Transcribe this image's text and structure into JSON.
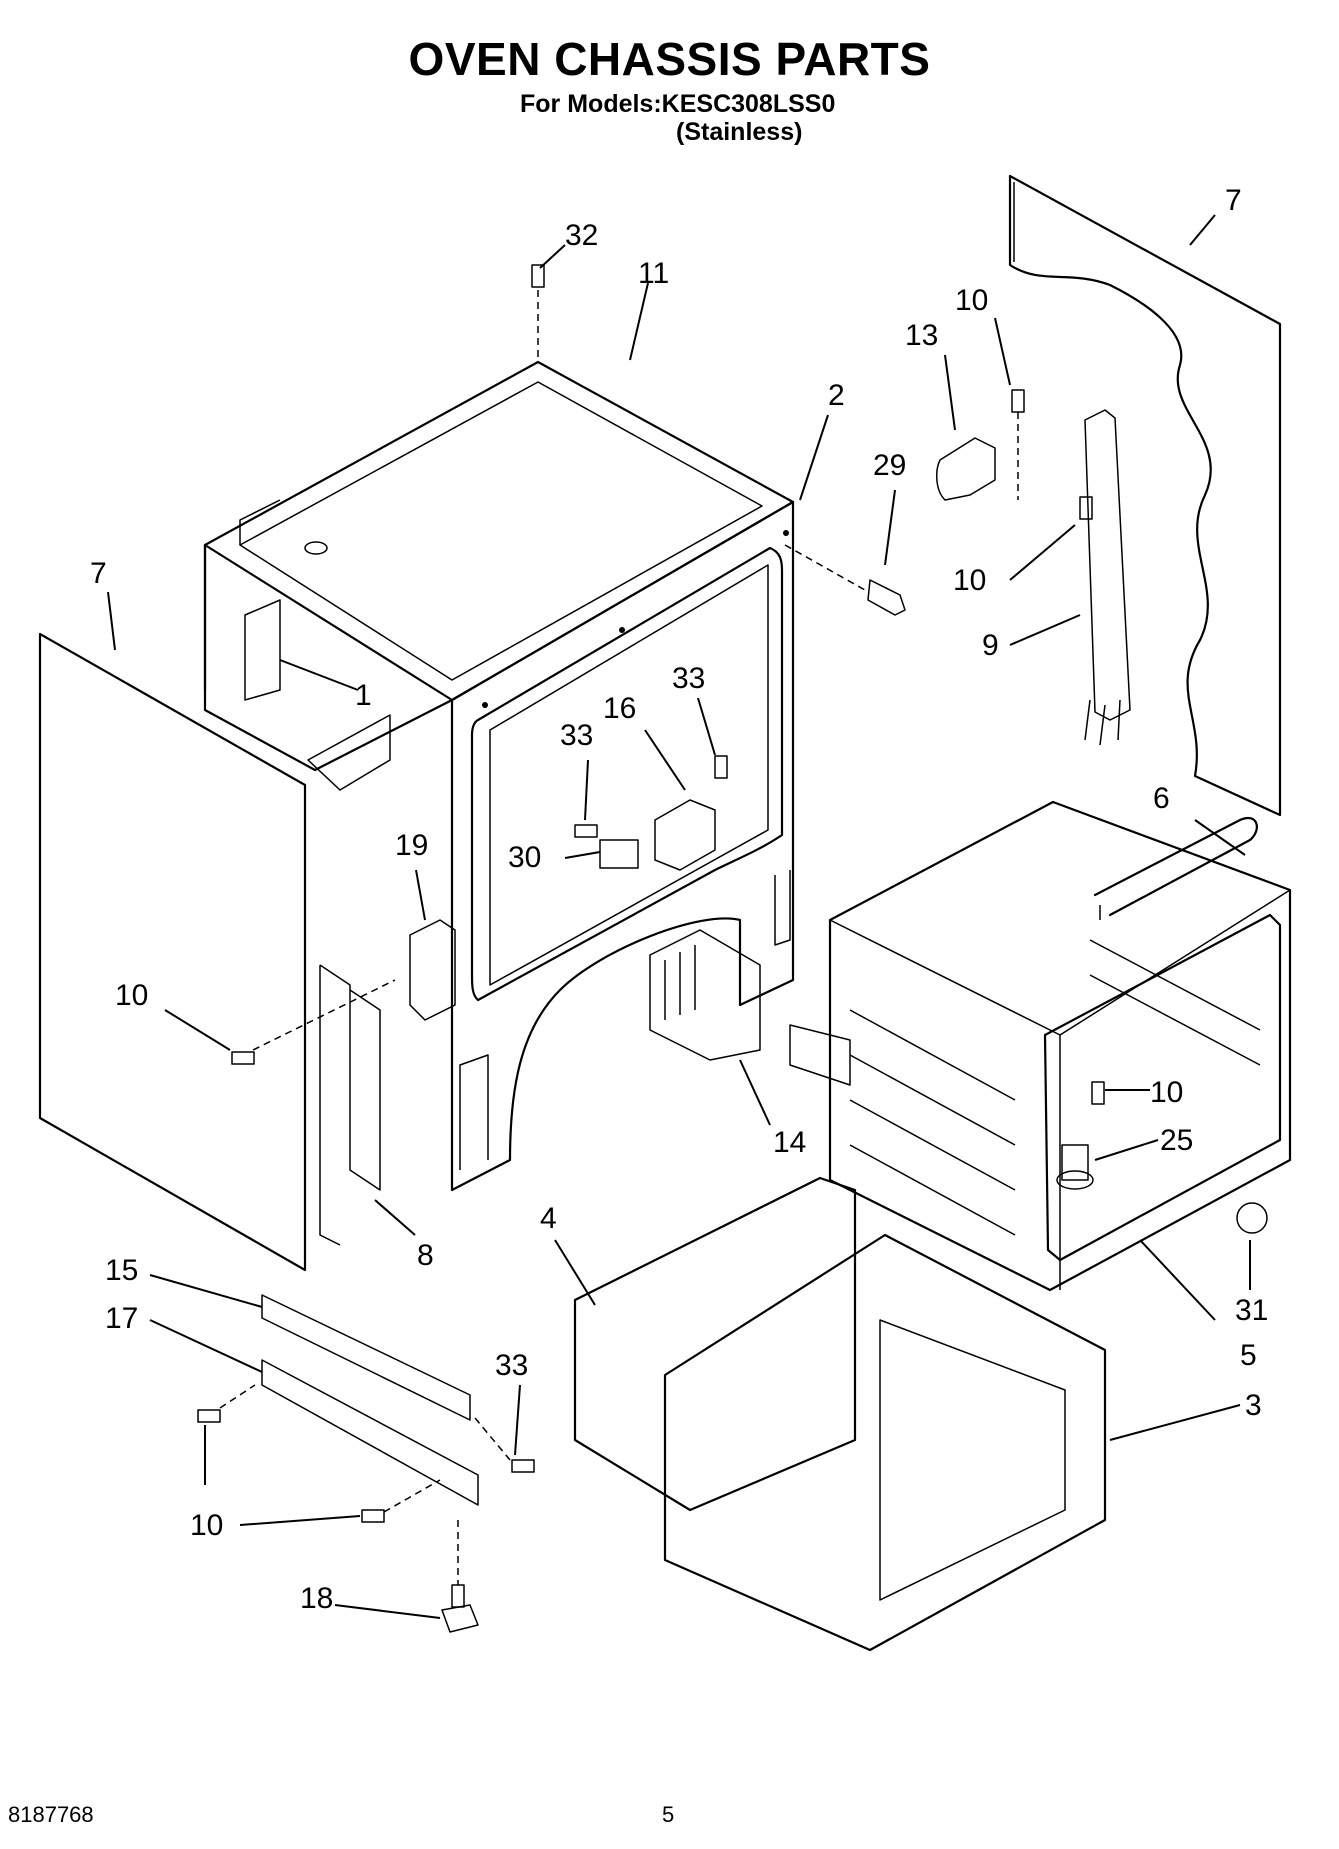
{
  "header": {
    "title": "OVEN CHASSIS PARTS",
    "model_line": "For Models:KESC308LSS0",
    "finish": "(Stainless)"
  },
  "footer": {
    "doc_number": "8187768",
    "page_number": "5"
  },
  "callouts": [
    {
      "id": "c32",
      "label": "32"
    },
    {
      "id": "c11",
      "label": "11"
    },
    {
      "id": "c2",
      "label": "2"
    },
    {
      "id": "c7a",
      "label": "7"
    },
    {
      "id": "c10a",
      "label": "10"
    },
    {
      "id": "c13",
      "label": "13"
    },
    {
      "id": "c29",
      "label": "29"
    },
    {
      "id": "c10b",
      "label": "10"
    },
    {
      "id": "c9",
      "label": "9"
    },
    {
      "id": "c7b",
      "label": "7"
    },
    {
      "id": "c1",
      "label": "1"
    },
    {
      "id": "c33a",
      "label": "33"
    },
    {
      "id": "c16",
      "label": "16"
    },
    {
      "id": "c33b",
      "label": "33"
    },
    {
      "id": "c30",
      "label": "30"
    },
    {
      "id": "c19",
      "label": "19"
    },
    {
      "id": "c6",
      "label": "6"
    },
    {
      "id": "c10c",
      "label": "10"
    },
    {
      "id": "c14",
      "label": "14"
    },
    {
      "id": "c10d",
      "label": "10"
    },
    {
      "id": "c25",
      "label": "25"
    },
    {
      "id": "c8",
      "label": "8"
    },
    {
      "id": "c4",
      "label": "4"
    },
    {
      "id": "c15",
      "label": "15"
    },
    {
      "id": "c17",
      "label": "17"
    },
    {
      "id": "c33c",
      "label": "33"
    },
    {
      "id": "c31",
      "label": "31"
    },
    {
      "id": "c5",
      "label": "5"
    },
    {
      "id": "c3",
      "label": "3"
    },
    {
      "id": "c10e",
      "label": "10"
    },
    {
      "id": "c18",
      "label": "18"
    }
  ]
}
